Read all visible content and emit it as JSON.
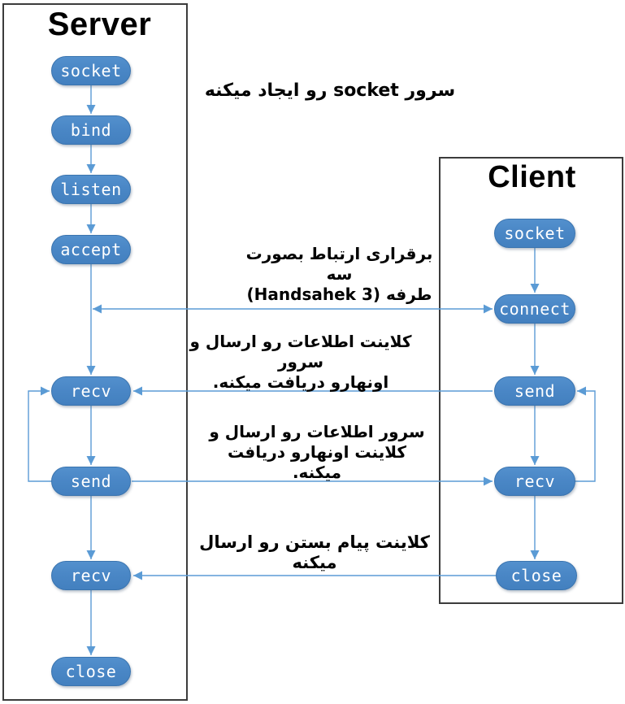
{
  "server": {
    "title": "Server",
    "nodes": [
      "socket",
      "bind",
      "listen",
      "accept",
      "recv",
      "send",
      "recv",
      "close"
    ]
  },
  "client": {
    "title": "Client",
    "nodes": [
      "socket",
      "connect",
      "send",
      "recv",
      "close"
    ]
  },
  "annotations": {
    "create_socket": {
      "line1": "سرور socket رو ایجاد میکنه"
    },
    "handshake": {
      "line1": "برقراری ارتباط بصورت سه",
      "line2": "طرفه (3 Handsahek)"
    },
    "client_sends": {
      "line1": "کلاینت اطلاعات رو ارسال و سرور",
      "line2": "اونهارو دریافت میکنه."
    },
    "server_sends": {
      "line1": "سرور اطلاعات رو ارسال و",
      "line2": "کلاینت اونهارو دریافت میکنه."
    },
    "client_close": {
      "line1": "کلاینت پیام بستن رو ارسال میکنه"
    }
  },
  "colors": {
    "node_fill": "#4A87C6",
    "node_border": "#3A74AF",
    "node_text": "#FFFFFF",
    "arrow": "#5B9BD5",
    "box_border": "#3C3C3C",
    "title_text": "#000000"
  }
}
